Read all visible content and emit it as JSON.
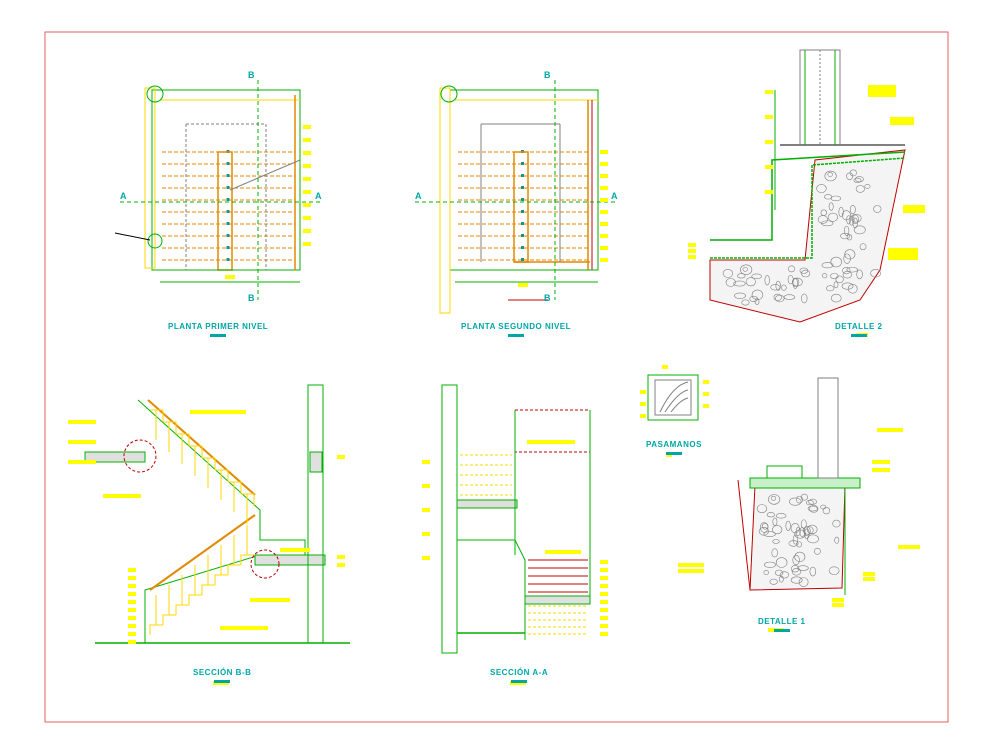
{
  "colors": {
    "sheet_border": "#e06060",
    "background": "#ffffff",
    "structure": "#00b000",
    "steps": "#ffd700",
    "risers": "#e08a00",
    "cut_line": "#c00000",
    "label": "#00a6a6",
    "tag": "#ffff00",
    "concrete": "#808080"
  },
  "drawings": {
    "planta_primer": {
      "title": "PLANTA PRIMER NIVEL",
      "marker_a": "A",
      "marker_b": "B"
    },
    "planta_segundo": {
      "title": "PLANTA SEGUNDO NIVEL",
      "marker_a": "A",
      "marker_b": "B"
    },
    "detalle_2": {
      "title": "DETALLE 2"
    },
    "seccion_bb": {
      "title": "SECCIÓN B-B"
    },
    "seccion_aa": {
      "title": "SECCIÓN A-A"
    },
    "pasamanos": {
      "title": "PASAMANOS"
    },
    "detalle_1": {
      "title": "DETALLE 1"
    }
  }
}
